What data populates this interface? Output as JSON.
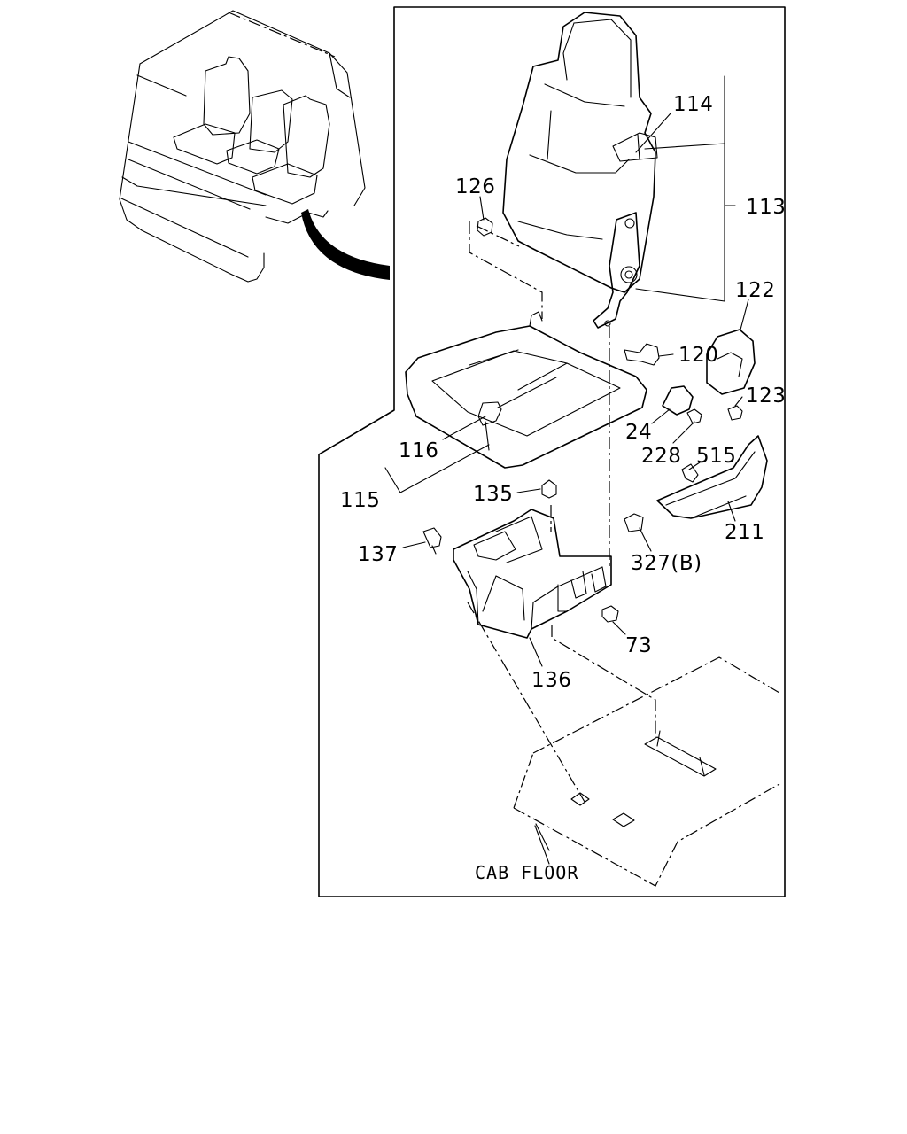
{
  "callouts": {
    "c113": "113",
    "c114": "114",
    "c126": "126",
    "c122": "122",
    "c120": "120",
    "c123": "123",
    "c24": "24",
    "c228": "228",
    "c515": "515",
    "c116": "116",
    "c115": "115",
    "c135": "135",
    "c211": "211",
    "c137": "137",
    "c327b": "327(B)",
    "c73": "73",
    "c136": "136"
  },
  "floor_label": "CAB FLOOR"
}
